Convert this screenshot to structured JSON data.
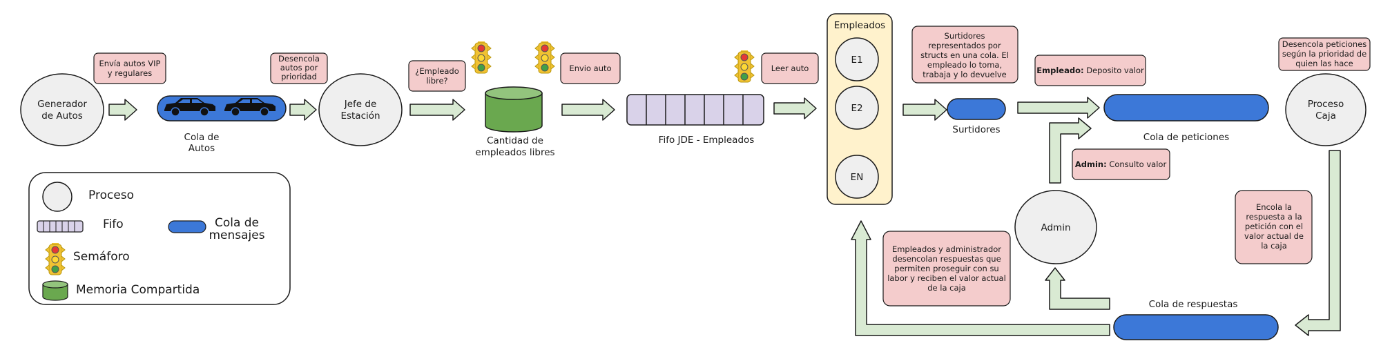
{
  "colors": {
    "process_fill": "#efefef",
    "note_fill": "#f4cccc",
    "queue_fill": "#3c78d8",
    "fifo_fill": "#d9d2e9",
    "shm_fill": "#6aa84f",
    "employees_fill": "#fff2cc",
    "arrow_fill": "#d9ead3"
  },
  "processes": {
    "generador": [
      "Generador",
      "de Autos"
    ],
    "jefe": [
      "Jefe de",
      "Estación"
    ],
    "admin": "Admin",
    "caja": [
      "Proceso",
      "Caja"
    ]
  },
  "labels": {
    "cola_autos": [
      "Cola de",
      "Autos"
    ],
    "cantidad": [
      "Cantidad de",
      "empleados libres"
    ],
    "fifo_jde": "Fifo JDE - Empleados",
    "surtidores": "Surtidores",
    "cola_peticiones": "Cola de peticiones",
    "cola_respuestas": "Cola de respuestas"
  },
  "employees": {
    "title": "Empleados",
    "items": [
      "E1",
      "E2",
      "EN"
    ]
  },
  "notes": {
    "envia_autos": [
      "Envía autos VIP",
      "y regulares"
    ],
    "desencola_autos": [
      "Desencola",
      "autos por",
      "prioridad"
    ],
    "empleado_libre": [
      "¿Empleado",
      "libre?"
    ],
    "envio_auto": "Envio auto",
    "leer_auto": "Leer auto",
    "surtidores_info": [
      "Surtidores",
      "representados por",
      "structs en una cola. El",
      "empleado lo toma,",
      "trabaja y lo devuelve"
    ],
    "empleado_bold": "Empleado:",
    "empleado_text": " Deposito valor",
    "admin_bold": "Admin:",
    "admin_text": " Consulto valor",
    "desencola_peticiones": [
      "Desencola peticiones",
      "según la prioridad de",
      "quien las hace"
    ],
    "encola_respuesta": [
      "Encola la",
      "respuesta a la",
      "petición con el",
      "valor actual de",
      "la caja"
    ],
    "respuestas_info": [
      "Empleados y administrador",
      "desencolan respuestas que",
      "permiten proseguir con su",
      "labor y reciben el valor actual",
      "de la caja"
    ]
  },
  "legend": {
    "proceso": "Proceso",
    "fifo": "Fifo",
    "cola_mensajes": [
      "Cola de",
      "mensajes"
    ],
    "semaforo": "Semáforo",
    "memoria": "Memoria Compartida"
  }
}
